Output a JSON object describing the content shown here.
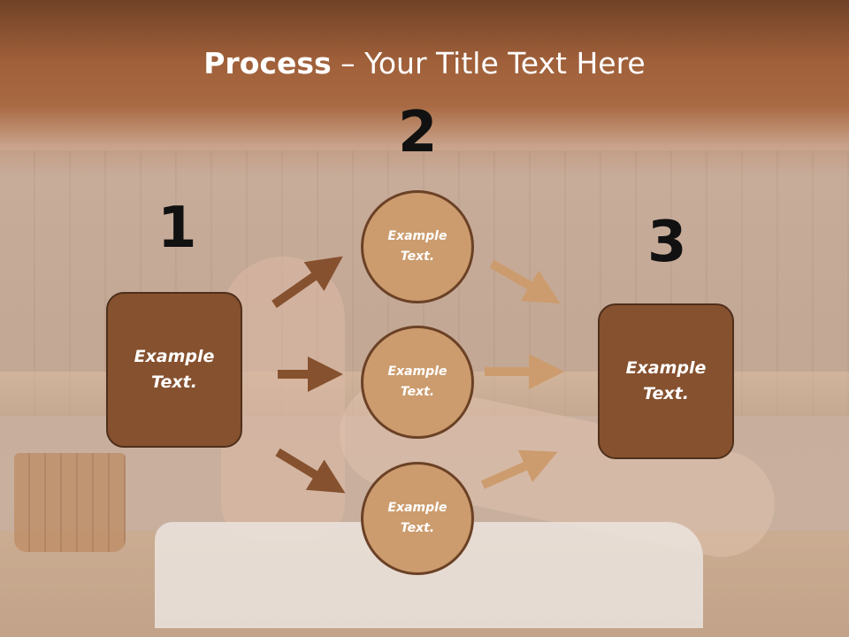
{
  "title": {
    "bold": "Process",
    "rest": " – Your Title Text Here"
  },
  "steps": [
    {
      "number": "1",
      "box_text": "Example\nText."
    },
    {
      "number": "2",
      "circles": [
        {
          "text": "Example\nText."
        },
        {
          "text": "Example\nText."
        },
        {
          "text": "Example\nText."
        }
      ]
    },
    {
      "number": "3",
      "box_text": "Example\nText."
    }
  ],
  "colors": {
    "box_fill": "#86512f",
    "circle_fill": "#cc9c6e",
    "arrow_dark": "#86512f",
    "arrow_light": "#cc9c6e",
    "title_bar": "#a0603a"
  }
}
